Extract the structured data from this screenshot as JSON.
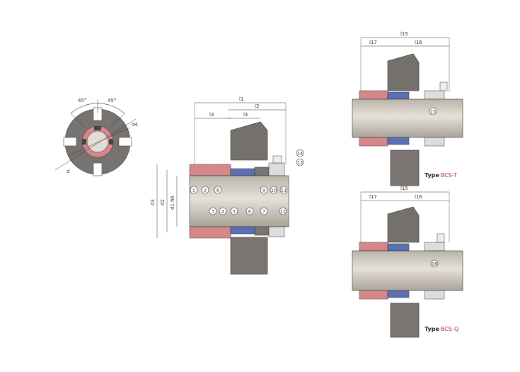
{
  "end_view": {
    "angle_left": "45°",
    "angle_right": "45°",
    "dim_d4": "d4",
    "dim_d": "d"
  },
  "main_view": {
    "dims": {
      "l1": "l1",
      "l2": "l2",
      "l3": "l3",
      "l4": "l4",
      "d3": "d3",
      "d2": "d2",
      "d1": "d1 h6"
    },
    "callouts": [
      "1",
      "2",
      "8",
      "9",
      "10",
      "11",
      "14",
      "13",
      "3",
      "4",
      "5",
      "6",
      "7",
      "12"
    ]
  },
  "bcs_t": {
    "dims": {
      "l15": "l15",
      "l17": "l17",
      "l16": "l16"
    },
    "callout": "15",
    "type_prefix": "Type",
    "type_code": "BCS-T"
  },
  "bcs_q": {
    "dims": {
      "l15": "l15",
      "l17": "l17",
      "l16": "l16"
    },
    "callout": "16",
    "type_prefix": "Type",
    "type_code": "BCS-Q"
  },
  "colors": {
    "shaft": "#c9c3b8",
    "body": "#7a7571",
    "red": "#d9888a",
    "blue": "#5b6fb3",
    "line": "#333333"
  }
}
